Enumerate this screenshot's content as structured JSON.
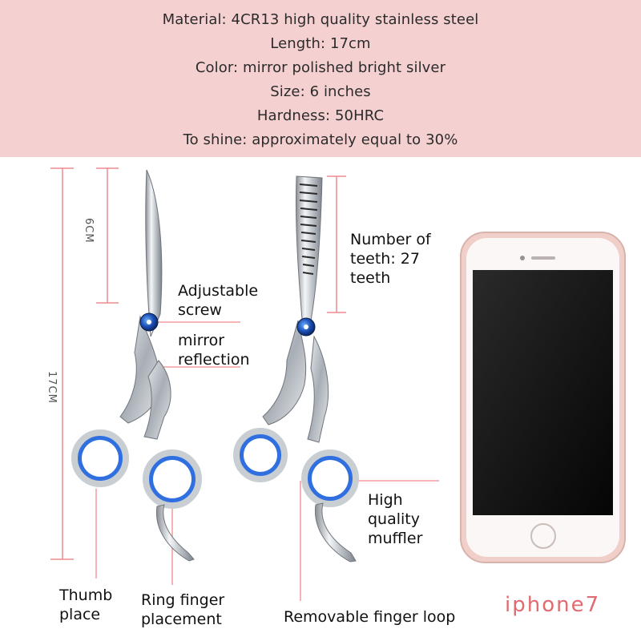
{
  "specs": {
    "material": "Material: 4CR13 high quality stainless steel",
    "length": "Length: 17cm",
    "color": "Color: mirror polished bright silver",
    "size": "Size: 6 inches",
    "hardness": "Hardness: 50HRC",
    "shine": "To shine: approximately equal to 30%"
  },
  "dimensions": {
    "blade_length": "6CM",
    "total_length": "17CM"
  },
  "callouts": {
    "adjustable_screw": "Adjustable\nscrew",
    "mirror_reflection": "mirror\nreflection",
    "teeth": "Number of\nteeth: 27\nteeth",
    "muffler": "High\nquality\nmuffler",
    "thumb": "Thumb\nplace",
    "ring_finger": "Ring finger\nplacement",
    "removable_loop": "Removable finger loop"
  },
  "phone_label": "iphone7",
  "colors": {
    "panel": "#f5d0d1",
    "guide_lines": "#f08a8e",
    "ring_blue": "#2f6fe0",
    "phone_frame": "#f1cfc9"
  }
}
